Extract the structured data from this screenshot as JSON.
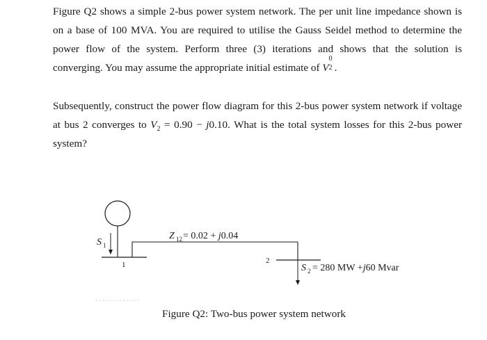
{
  "question": {
    "paragraph1_lines": [
      "Figure Q2 shows a simple 2-bus power system network. The per unit line impedance shown is",
      "on a base of 100 MVA. You are required to utilise the Gauss Seidel method to determine the",
      "power flow of the system. Perform three (3) iterations and shows that the solution is",
      "converging. You may assume the appropriate initial estimate of "
    ],
    "paragraph1_var": "V",
    "paragraph1_var_sub": "2",
    "paragraph1_var_sup": "0",
    "paragraph1_end": ".",
    "paragraph2_lines": [
      "Subsequently, construct the power flow diagram for this 2-bus power system network if voltage",
      "at bus 2 converges to ",
      "system?"
    ],
    "paragraph2_line2_var": "V",
    "paragraph2_line2_var_sub": "2",
    "paragraph2_line2_expr": " = 0.90 − ",
    "paragraph2_line2_j": "j",
    "paragraph2_line2_tail": "0.10. What is the total system losses for this 2-bus power"
  },
  "diagram": {
    "bus1_label": "1",
    "bus2_label": "2",
    "s1_label": "S",
    "s1_sub": "1",
    "impedance_label_var": "Z",
    "impedance_label_sub": "12",
    "impedance_label_value": " = 0.02 + ",
    "impedance_label_j": "j",
    "impedance_label_tail": "0.04",
    "load_label_var": "S",
    "load_label_sub": "2",
    "load_label_value": " = 280 MW +",
    "load_label_j": "j",
    "load_label_tail": "60 Mvar"
  },
  "caption": "Figure Q2: Two-bus power system network"
}
